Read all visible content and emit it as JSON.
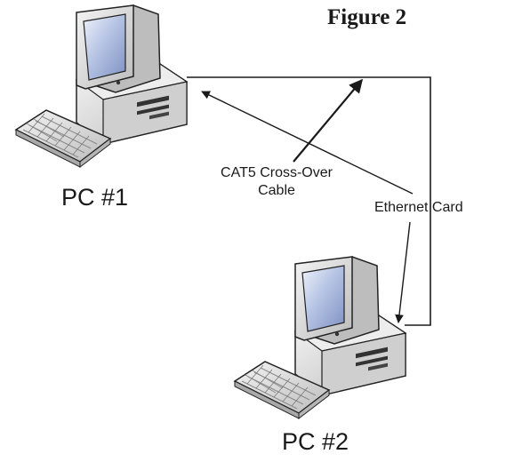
{
  "figure": {
    "title": "Figure 2"
  },
  "pc1": {
    "label": "PC #1"
  },
  "pc2": {
    "label": "PC #2"
  },
  "annotations": {
    "cable_line1": "CAT5 Cross-Over",
    "cable_line2": "Cable",
    "ethernet": "Ethernet Card"
  },
  "icons": [
    "desktop-computer-icon",
    "keyboard-icon"
  ],
  "colors": {
    "line": "#1a1a1a",
    "monitor_body": "#d6d6d6",
    "monitor_screen": "#a9b8da",
    "case_body": "#d9d9d9"
  }
}
